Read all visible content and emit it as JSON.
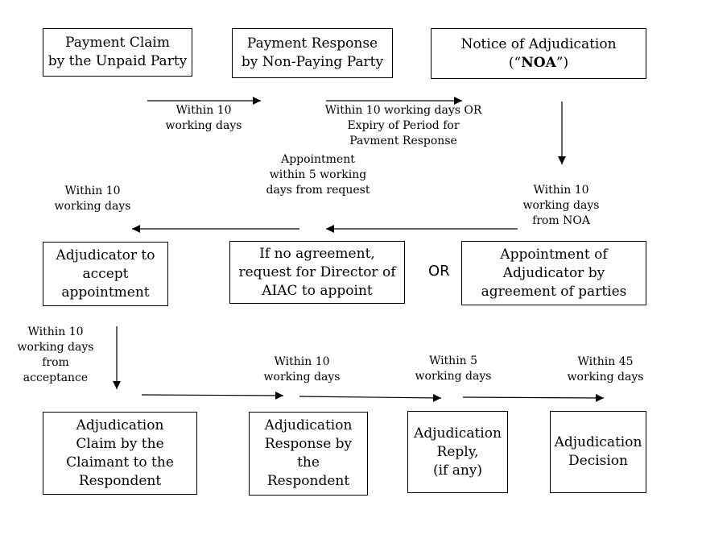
{
  "boxes": {
    "payment_claim": "Payment Claim\nby the Unpaid Party",
    "payment_response": "Payment Response\nby Non-Paying Party",
    "noa_line1": "Notice of Adjudication",
    "noa_open": "(“",
    "noa_bold": "NOA",
    "noa_close": "”)",
    "adjudicator_accept": "Adjudicator to\naccept\nappointment",
    "no_agreement": "If no agreement,\nrequest for Director of\nAIAC to appoint",
    "appointment_agreement": "Appointment of\nAdjudicator by\nagreement of parties",
    "adjudication_claim": "Adjudication\nClaim by the\nClaimant to the\nRespondent",
    "adjudication_response": "Adjudication\nResponse by\nthe\nRespondent",
    "adjudication_reply": "Adjudication\nReply,\n(if any)",
    "adjudication_decision": "Adjudication\nDecision"
  },
  "labels": {
    "claim_to_response": "Within 10\nworking days",
    "response_to_noa": "Within 10 working days OR\nExpiry of Period for\nPavment Response",
    "appointment_request": "Appointment\nwithin 5 working\ndays from request",
    "noa_to_appointment": "Within 10\nworking days\nfrom NOA",
    "to_adjudicator_accept": "Within 10\nworking days",
    "from_acceptance": "Within 10\nworking days\nfrom\nacceptance",
    "claim_to_adj_response": "Within 10\nworking days",
    "to_reply": "Within 5\nworking days",
    "to_decision": "Within 45\nworking days"
  },
  "or_text": "OR"
}
